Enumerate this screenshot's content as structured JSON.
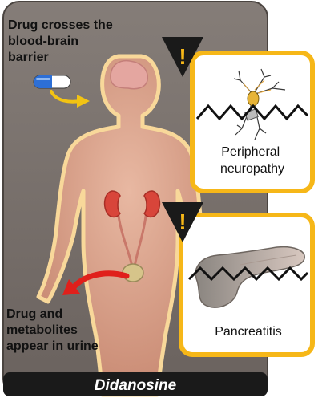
{
  "annotations": {
    "crosses_bbb": [
      "Drug crosses the",
      "blood-brain",
      "barrier"
    ],
    "urine": [
      "Drug and",
      "metabolites",
      "appear in urine"
    ]
  },
  "effects": {
    "peripheral": [
      "Peripheral",
      "neuropathy"
    ],
    "pancreatitis": "Pancreatitis"
  },
  "warning_symbol": "!",
  "footer": {
    "drug_name": "Didanosine"
  },
  "colors": {
    "background_panel": "#6e6864",
    "card_border": "#f6b718",
    "card_fill": "#ffffff",
    "warning_triangle": "#1a1a1a",
    "warning_mark": "#f6b718",
    "arrow_yellow": "#f2c313",
    "arrow_red": "#e0201b",
    "body_fill": "#d9a28b",
    "body_glow": "#f8d89a",
    "kidney": "#d8453a",
    "footer_bar": "#1a1a1a"
  },
  "icons": [
    "capsule-icon",
    "warning-icon",
    "nerve-cell-icon",
    "pancreas-icon",
    "kidney-icon",
    "bladder-icon"
  ]
}
